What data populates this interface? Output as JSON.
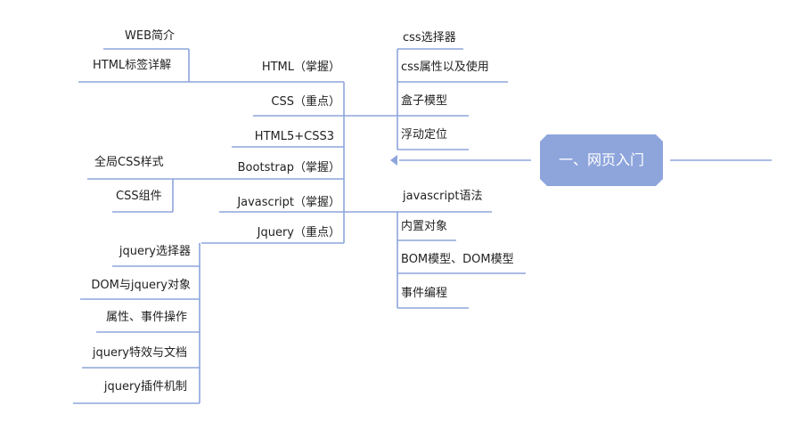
{
  "root": {
    "label": "一、网页入门"
  },
  "topics": {
    "html": "HTML（掌握）",
    "css": "CSS（重点）",
    "html5_css3": "HTML5+CSS3",
    "bootstrap": "Bootstrap（掌握）",
    "javascript": "Javascript（掌握）",
    "jquery": "Jquery（重点）"
  },
  "html_children": [
    "WEB简介",
    "HTML标签详解"
  ],
  "css_children": [
    "css选择器",
    "css属性以及使用",
    "盒子模型",
    "浮动定位"
  ],
  "bootstrap_children": [
    "全局CSS样式",
    "CSS组件"
  ],
  "javascript_children": [
    "javascript语法",
    "内置对象",
    "BOM模型、DOM模型",
    "事件编程"
  ],
  "jquery_children": [
    "jquery选择器",
    "DOM与jquery对象",
    "属性、事件操作",
    "jquery特效与文档",
    "jquery插件机制"
  ],
  "colors": {
    "line": "#8ea5dc",
    "root_fill": "#8ea5dc",
    "root_text": "#ffffff"
  }
}
